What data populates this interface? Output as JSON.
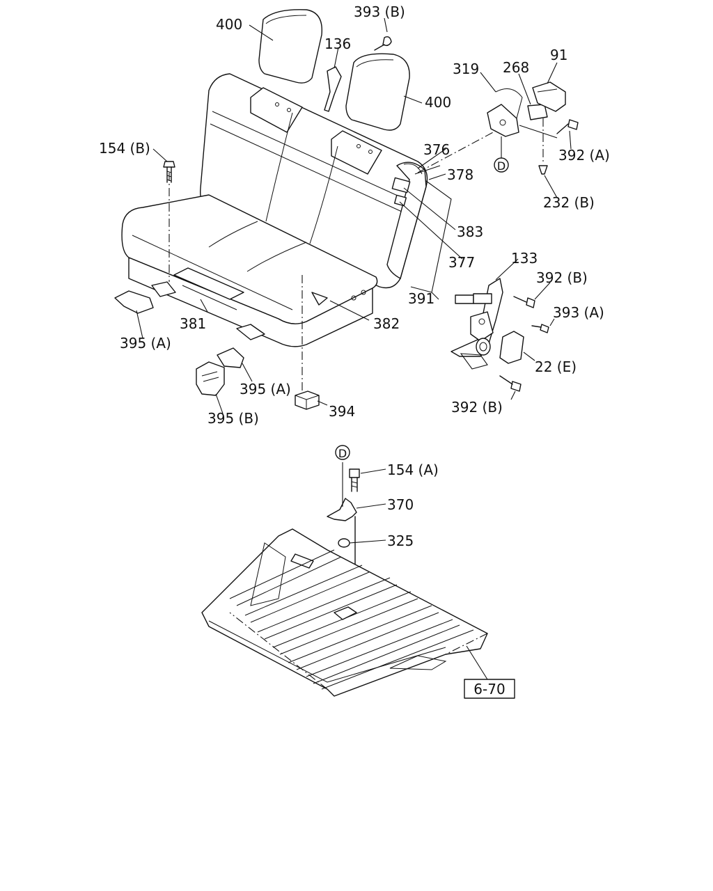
{
  "labels": {
    "l400a": "400",
    "l393b": "393 (B)",
    "l136": "136",
    "l400b": "400",
    "l319": "319",
    "l268": "268",
    "l91": "91",
    "l392a": "392 (A)",
    "l154b": "154 (B)",
    "l376": "376",
    "l378": "378",
    "l232b": "232 (B)",
    "l383": "383",
    "l377": "377",
    "l133": "133",
    "l391": "391",
    "l392b1": "392 (B)",
    "l393a": "393 (A)",
    "l381": "381",
    "l382": "382",
    "l395a1": "395 (A)",
    "l22e": "22 (E)",
    "l395a2": "395 (A)",
    "l392b2": "392 (B)",
    "l394": "394",
    "l395b": "395 (B)",
    "l154a": "154 (A)",
    "l370": "370",
    "l325": "325"
  },
  "callouts": {
    "d1": "D",
    "d2": "D"
  },
  "reference_box": "6-70"
}
